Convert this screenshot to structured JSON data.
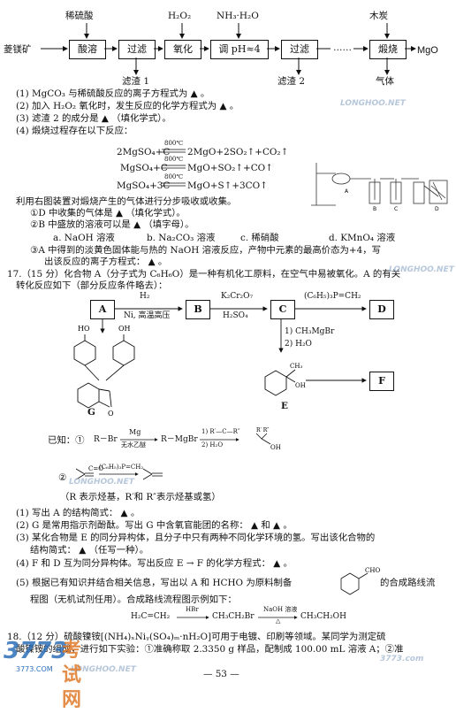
{
  "flow": {
    "start": "菱镁矿",
    "reagent_acid": "稀硫酸",
    "reagent_h2o2": "H₂O₂",
    "reagent_nh3": "NH₃·H₂O",
    "reagent_c": "木炭",
    "steps": [
      "酸溶",
      "过滤",
      "氧化",
      "调 pH≈4",
      "过滤",
      "……",
      "煅烧"
    ],
    "product": "MgO",
    "residue1": "滤渣 1",
    "residue2": "滤渣 2",
    "gas": "气体"
  },
  "q16": {
    "p1": "(1) MgCO₃ 与稀硫酸反应的离子方程式为 ▲ 。",
    "p2": "(2) 加入 H₂O₂ 氧化时，发生反应的化学方程式为 ▲ 。",
    "p3": "(3) 滤渣 2 的成分是 ▲ （填化学式）。",
    "p4": "(4) 煅烧过程存在以下反应：",
    "eq1_left": "2MgSO₄+C",
    "eq1_right": "2MgO+2SO₂↑+CO₂↑",
    "eq2_left": "MgSO₄+C",
    "eq2_right": "MgO+SO₂↑+CO↑",
    "eq3_left": "MgSO₄+3C",
    "eq3_right": "MgO+S↑+3CO↑",
    "cond": "800℃",
    "text1": "利用右图装置对煅烧产生的气体进行分步吸收或收集。",
    "sub1": "①D 中收集的气体是 ▲ （填化学式）。",
    "sub2": "②B 中盛放的溶液可以是 ▲ （填字母）。",
    "opts": [
      "a. NaOH 溶液",
      "b. Na₂CO₃ 溶液",
      "c. 稀硝酸",
      "d. KMnO₄ 溶液"
    ],
    "sub3": "③A 中得到的淡黄色固体能与热的 NaOH 溶液反应，产物中元素的最高价态为+4，写",
    "sub3b": "出该反应的离子方程式： ▲ 。",
    "app_labels": [
      "A",
      "B",
      "C",
      "D"
    ]
  },
  "q17": {
    "head": "17.（15 分）化合物 A（分子式为 C₆H₆O）是一种有机化工原料，在空气中易被氧化。A 的有关",
    "head2": "转化反应如下（部分反应条件略去）：",
    "nodes": [
      "A",
      "B",
      "C",
      "D",
      "E",
      "F",
      "G"
    ],
    "r1_top": "H₂",
    "r1_bot": "Ni, 高温高压",
    "r2_top": "K₂Cr₂O₇",
    "r2_bot": "H₂SO₄",
    "r3_top": "(C₆H₅)₃P=CH₂",
    "r4a": "1) CH₃MgBr",
    "r4b": "2) H₂O",
    "known": "已知：①",
    "k1a": "R－Br",
    "k1mg": "Mg",
    "k1sol": "无水乙醚",
    "k1b": "R－MgBr",
    "k1c1": "1) R′—C—R″",
    "k1c2": "2) H₂O",
    "k2": "②",
    "k2r": "(C₆H₅)₃P=CH₂",
    "note": "（R 表示烃基，R′和 R″表示烃基或氢）",
    "q1": "(1) 写出 A 的结构简式： ▲ 。",
    "q2": "(2) G 是常用指示剂酚酞。写出 G 中含氧官能团的名称： ▲ 和 ▲ 。",
    "q3": "(3) 某化合物是 E 的同分异构体，且分子中只有两种不同化学环境的氢。写出该化合物的",
    "q3b": "结构简式： ▲ （任写一种）。",
    "q4": "(4) F 和 D 互为同分异构体。写出反应 E → F 的化学方程式： ▲ 。",
    "q5": "(5) 根据已有知识并结合相关信息，写出以 A 和 HCHO 为原料制备",
    "q5tail": "的合成路线流",
    "q5b": "程图（无机试剂任用）。合成路线流程图示例如下：",
    "ex1": "H₂C=CH₂",
    "ex_hbr": "HBr",
    "ex2": "CH₃CH₂Br",
    "ex_naoh": "NaOH 溶液",
    "ex_delta": "△",
    "ex3": "CH₃CH₂OH",
    "cho": "CHO"
  },
  "q18": {
    "l1": "18.（12 分）硫酸镍铵[(NH₄)ₓNiᵧ(SO₄)ₘ·nH₂O]可用于电镀、印刷等领域。某同学为测定硫",
    "l2": "酸镍铵的组成，进行如下实验：①准确称取 2.3350 g 样品，配制成 100.00 mL 溶液 A；②准"
  },
  "page": "— 53 —",
  "watermarks": {
    "site": "LONGHOO.NET",
    "site2": "3773.com",
    "logo": "3773",
    "logo_tail": "考试网",
    "logo_small": "3773.COM"
  }
}
